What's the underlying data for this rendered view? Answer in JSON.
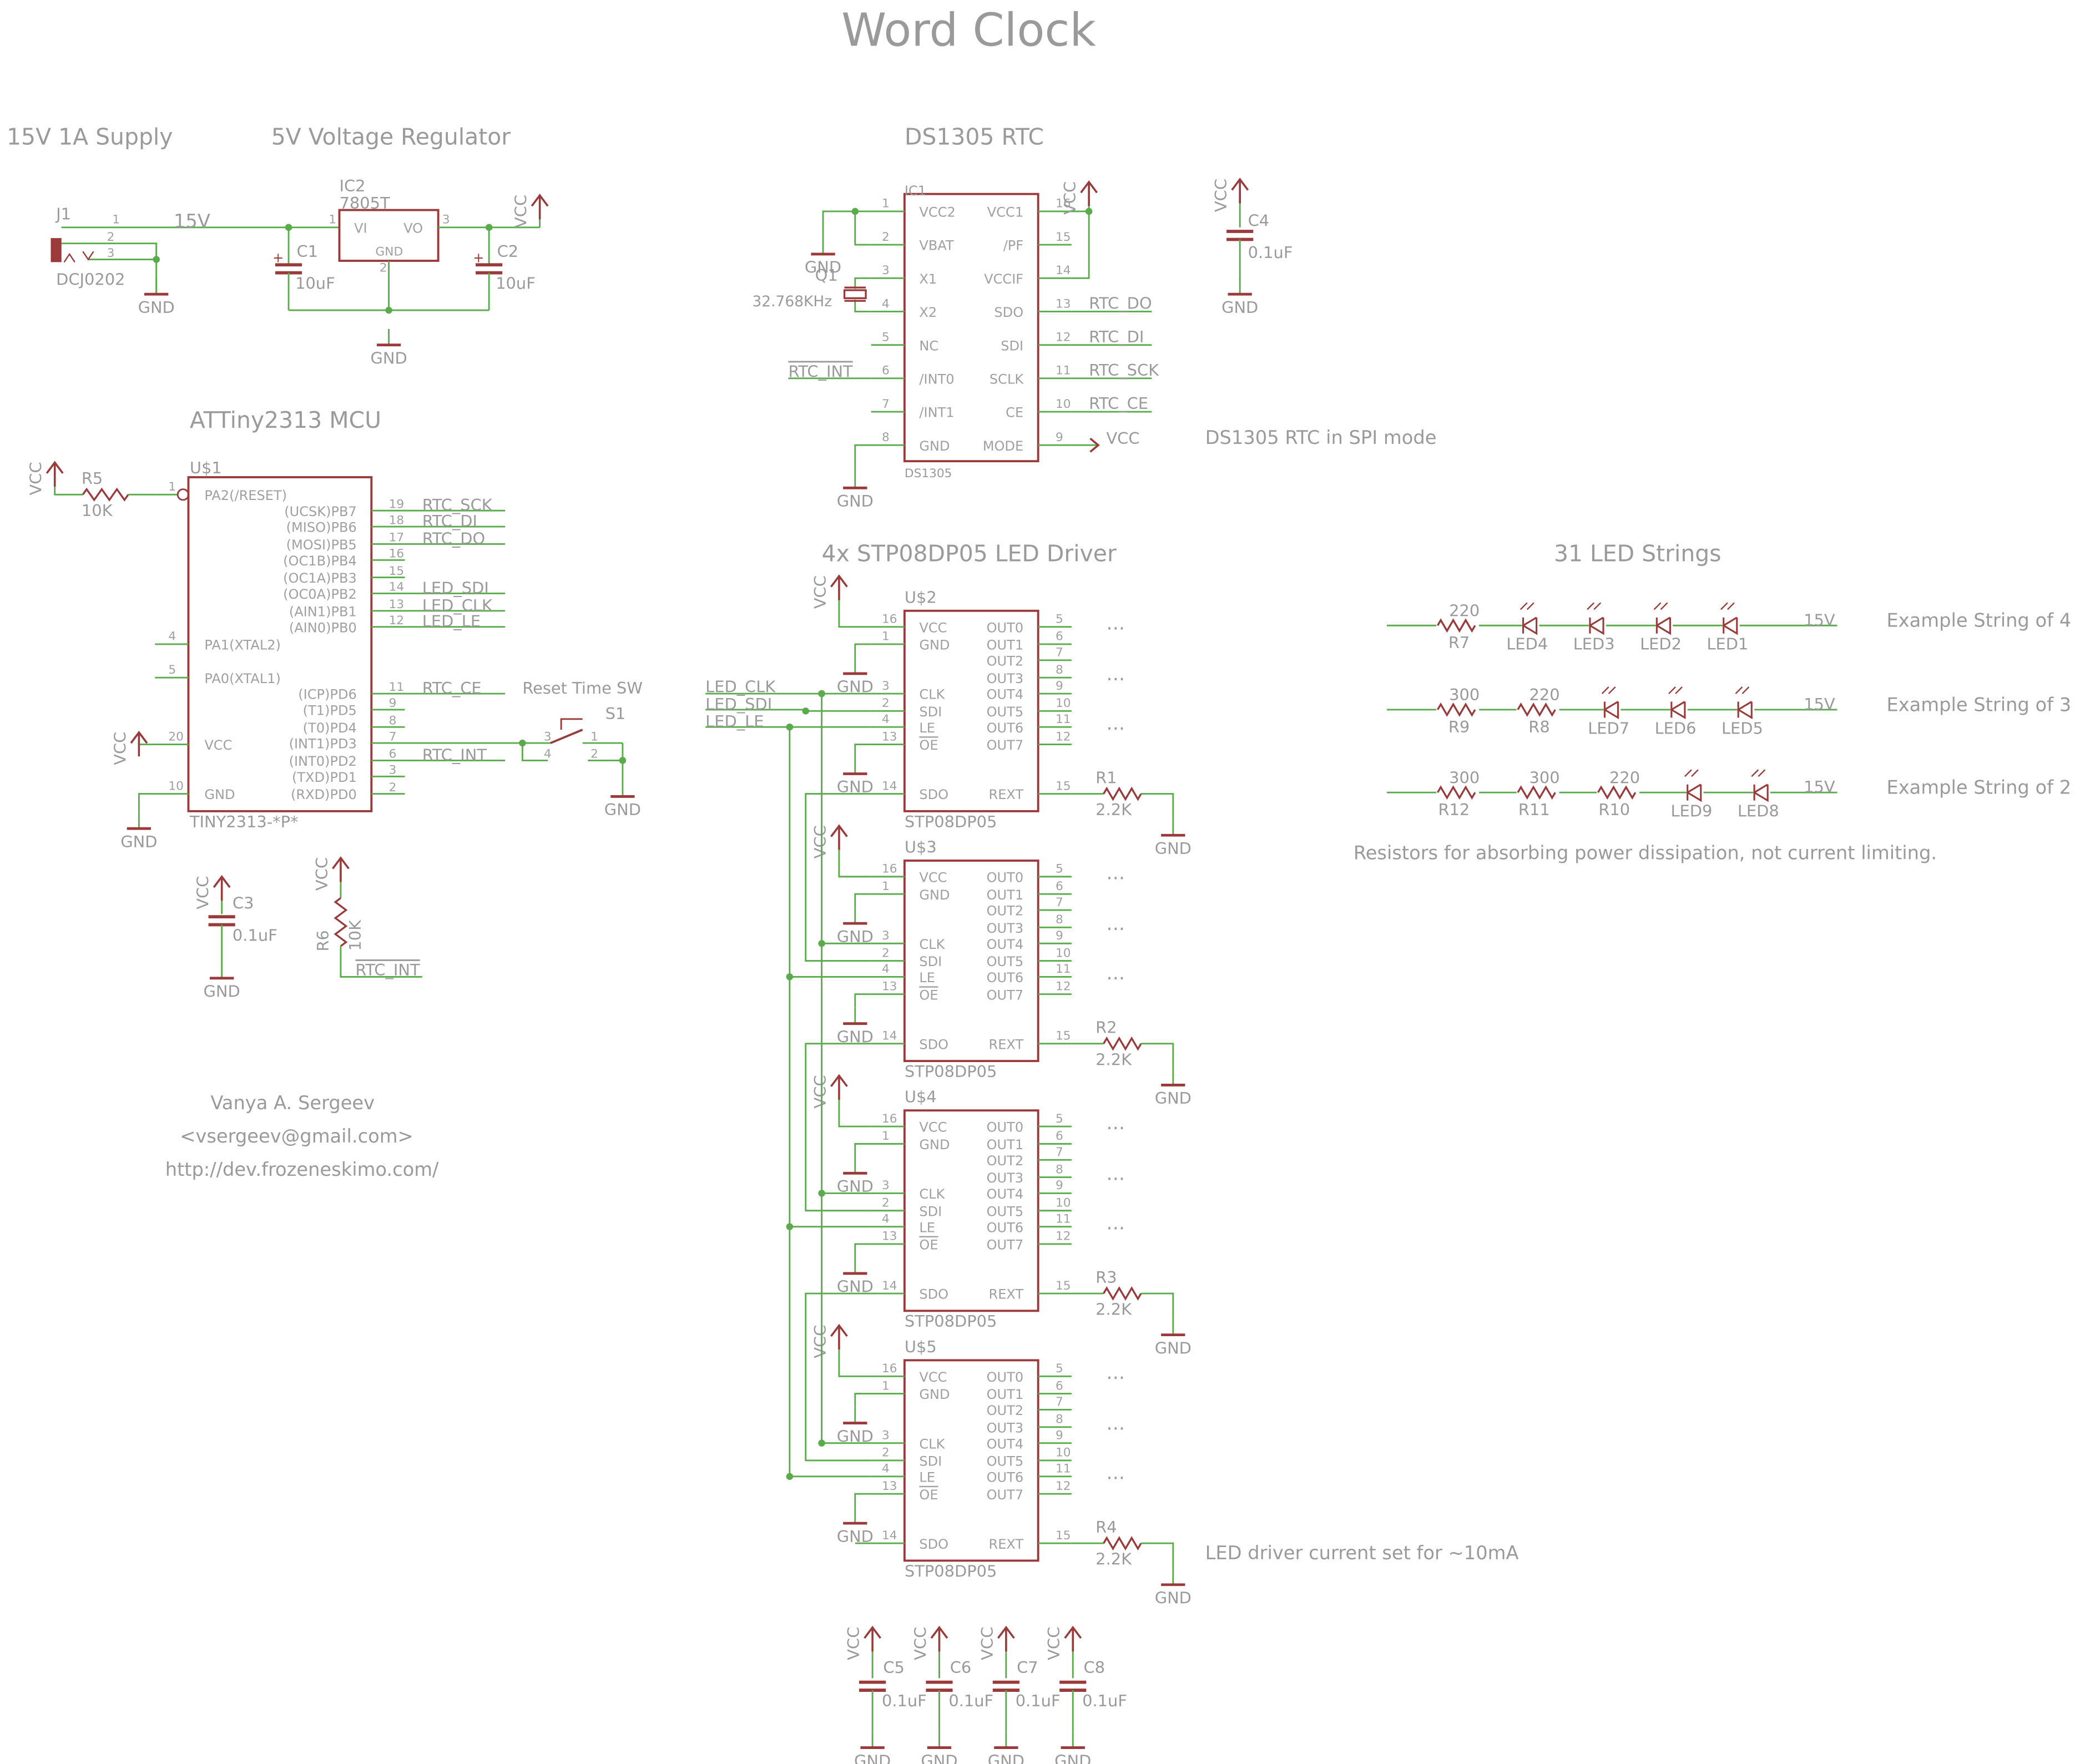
{
  "title": "Word Clock",
  "colors": {
    "wire": "#5aab4c",
    "part": "#9a3a3a",
    "label": "#9a9a9a",
    "pin": "#a0a0a0",
    "bg": "#ffffff"
  },
  "sections": {
    "supply": "15V 1A Supply",
    "regulator": "5V Voltage Regulator",
    "rtc": "DS1305 RTC",
    "mcu": "ATTiny2313 MCU",
    "driver": "4x STP08DP05 LED Driver",
    "strings": "31 LED Strings"
  },
  "notes": {
    "rtc_spi": "DS1305 RTC in SPI mode",
    "driver_current": "LED driver current set for ~10mA",
    "resistors": "Resistors for absorbing power dissipation, not current limiting.",
    "author": "Vanya A. Sergeev",
    "email": "<vsergeev@gmail.com>",
    "url": "http://dev.frozeneskimo.com/"
  },
  "nets": {
    "vcc": "VCC",
    "gnd": "GND",
    "v15": "15V",
    "rtc_sck": "RTC_SCK",
    "rtc_di": "RTC_DI",
    "rtc_do": "RTC_DO",
    "rtc_ce": "RTC_CE",
    "rtc_int": "RTC_INT",
    "led_sdi": "LED_SDI",
    "led_clk": "LED_CLK",
    "led_le": "LED_LE"
  },
  "supply": {
    "j1_name": "J1",
    "j1_value": "DCJ0202",
    "ic2_name": "IC2",
    "ic2_value": "7805T",
    "ic2_vi": "VI",
    "ic2_vo": "VO",
    "ic2_gnd": "GND",
    "c1_name": "C1",
    "c1_value": "10uF",
    "c2_name": "C2",
    "c2_value": "10uF",
    "plus": "+"
  },
  "rtc": {
    "ic_name": "IC1",
    "ic_value": "DS1305",
    "pins_left": [
      {
        "num": "1",
        "name": "VCC2"
      },
      {
        "num": "2",
        "name": "VBAT"
      },
      {
        "num": "3",
        "name": "X1"
      },
      {
        "num": "4",
        "name": "X2"
      },
      {
        "num": "5",
        "name": "NC"
      },
      {
        "num": "6",
        "name": "/INT0"
      },
      {
        "num": "7",
        "name": "/INT1"
      },
      {
        "num": "8",
        "name": "GND"
      }
    ],
    "pins_right": [
      {
        "num": "16",
        "name": "VCC1"
      },
      {
        "num": "15",
        "name": "/PF"
      },
      {
        "num": "14",
        "name": "VCCIF"
      },
      {
        "num": "13",
        "name": "SDO"
      },
      {
        "num": "12",
        "name": "SDI"
      },
      {
        "num": "11",
        "name": "SCLK"
      },
      {
        "num": "10",
        "name": "CE"
      },
      {
        "num": "9",
        "name": "MODE"
      }
    ],
    "q1_name": "Q1",
    "q1_value": "32.768KHz",
    "c4_name": "C4",
    "c4_value": "0.1uF"
  },
  "mcu": {
    "ic_name": "U$1",
    "ic_value": "TINY2313-*P*",
    "pins_right": [
      {
        "num": "19",
        "name": "(UCSK)PB7",
        "net": "RTC_SCK"
      },
      {
        "num": "18",
        "name": "(MISO)PB6",
        "net": "RTC_DI"
      },
      {
        "num": "17",
        "name": "(MOSI)PB5",
        "net": "RTC_DO"
      },
      {
        "num": "16",
        "name": "(OC1B)PB4",
        "net": ""
      },
      {
        "num": "15",
        "name": "(OC1A)PB3",
        "net": ""
      },
      {
        "num": "14",
        "name": "(OC0A)PB2",
        "net": "LED_SDI"
      },
      {
        "num": "13",
        "name": "(AIN1)PB1",
        "net": "LED_CLK"
      },
      {
        "num": "12",
        "name": "(AIN0)PB0",
        "net": "LED_LE"
      },
      {
        "num": "11",
        "name": "(ICP)PD6",
        "net": "RTC_CE"
      },
      {
        "num": "9",
        "name": "(T1)PD5",
        "net": ""
      },
      {
        "num": "8",
        "name": "(T0)PD4",
        "net": ""
      },
      {
        "num": "7",
        "name": "(INT1)PD3",
        "net": ""
      },
      {
        "num": "6",
        "name": "(INT0)PD2",
        "net": "RTC_INT"
      },
      {
        "num": "3",
        "name": "(TXD)PD1",
        "net": ""
      },
      {
        "num": "2",
        "name": "(RXD)PD0",
        "net": ""
      }
    ],
    "pins_left": [
      {
        "num": "1",
        "name": "PA2(/RESET)"
      },
      {
        "num": "4",
        "name": "PA1(XTAL2)"
      },
      {
        "num": "5",
        "name": "PA0(XTAL1)"
      },
      {
        "num": "20",
        "name": "VCC"
      },
      {
        "num": "10",
        "name": "GND"
      }
    ],
    "r5_name": "R5",
    "r5_value": "10K",
    "r6_name": "R6",
    "r6_value": "10K",
    "c3_name": "C3",
    "c3_value": "0.1uF",
    "sw_label": "Reset Time SW",
    "sw_name": "S1",
    "sw_pins": [
      "3",
      "4",
      "1",
      "2"
    ]
  },
  "driver": {
    "chips": [
      {
        "name": "U$2",
        "value": "STP08DP05",
        "r_name": "R1",
        "r_value": "2.2K"
      },
      {
        "name": "U$3",
        "value": "STP08DP05",
        "r_name": "R2",
        "r_value": "2.2K"
      },
      {
        "name": "U$4",
        "value": "STP08DP05",
        "r_name": "R3",
        "r_value": "2.2K"
      },
      {
        "name": "U$5",
        "value": "STP08DP05",
        "r_name": "R4",
        "r_value": "2.2K"
      }
    ],
    "pins_left": [
      {
        "num": "16",
        "name": "VCC"
      },
      {
        "num": "1",
        "name": "GND"
      },
      {
        "num": "3",
        "name": "CLK"
      },
      {
        "num": "2",
        "name": "SDI"
      },
      {
        "num": "4",
        "name": "LE"
      },
      {
        "num": "13",
        "name": "OE"
      },
      {
        "num": "14",
        "name": "SDO"
      }
    ],
    "pins_right": [
      {
        "num": "5",
        "name": "OUT0"
      },
      {
        "num": "6",
        "name": "OUT1"
      },
      {
        "num": "7",
        "name": "OUT2"
      },
      {
        "num": "8",
        "name": "OUT3"
      },
      {
        "num": "9",
        "name": "OUT4"
      },
      {
        "num": "10",
        "name": "OUT5"
      },
      {
        "num": "11",
        "name": "OUT6"
      },
      {
        "num": "12",
        "name": "OUT7"
      },
      {
        "num": "15",
        "name": "REXT"
      }
    ],
    "ellipsis": "…",
    "bypass": [
      {
        "name": "C5",
        "value": "0.1uF"
      },
      {
        "name": "C6",
        "value": "0.1uF"
      },
      {
        "name": "C7",
        "value": "0.1uF"
      },
      {
        "name": "C8",
        "value": "0.1uF"
      }
    ]
  },
  "strings": [
    {
      "label": "Example String of 4",
      "resistors": [
        {
          "name": "R7",
          "value": "220"
        }
      ],
      "leds": [
        "LED4",
        "LED3",
        "LED2",
        "LED1"
      ]
    },
    {
      "label": "Example String of 3",
      "resistors": [
        {
          "name": "R9",
          "value": "300"
        },
        {
          "name": "R8",
          "value": "220"
        }
      ],
      "leds": [
        "LED7",
        "LED6",
        "LED5"
      ]
    },
    {
      "label": "Example String of 2",
      "resistors": [
        {
          "name": "R12",
          "value": "300"
        },
        {
          "name": "R11",
          "value": "300"
        },
        {
          "name": "R10",
          "value": "220"
        }
      ],
      "leds": [
        "LED9",
        "LED8"
      ]
    }
  ]
}
